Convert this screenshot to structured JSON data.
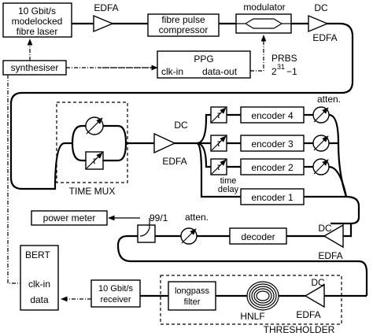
{
  "laser": {
    "line1": "10 Gbit/s",
    "line2": "modelocked",
    "line3": "fibre laser"
  },
  "edfa1": {
    "label": "EDFA"
  },
  "compressor": {
    "line1": "fibre pulse",
    "line2": "compressor"
  },
  "modulator": {
    "label": "modulator"
  },
  "dc_edfa1": {
    "dc": "DC",
    "edfa": "EDFA"
  },
  "synth": {
    "label": "synthesiser"
  },
  "ppg": {
    "title": "PPG",
    "clk_in": "clk-in",
    "data_out": "data-out"
  },
  "prbs": {
    "label": "PRBS",
    "base": "2",
    "exp": "31",
    "tail": "−1"
  },
  "time_mux": {
    "label": "TIME MUX",
    "tau": "τ"
  },
  "dc_edfa2": {
    "dc": "DC",
    "edfa": "EDFA"
  },
  "encoders": [
    {
      "label": "encoder 4",
      "tau": "τ"
    },
    {
      "label": "encoder 3",
      "tau": "τ"
    },
    {
      "label": "encoder 2",
      "tau": "τ"
    },
    {
      "label": "encoder 1"
    }
  ],
  "atten_top": {
    "label": "atten."
  },
  "time_delay": {
    "line1": "time",
    "line2": "delay"
  },
  "power_meter": {
    "label": "power meter"
  },
  "coupler": {
    "label": "99/1"
  },
  "atten_mid": {
    "label": "atten."
  },
  "decoder": {
    "label": "decoder"
  },
  "dc_edfa3": {
    "dc": "DC",
    "edfa": "EDFA"
  },
  "bert": {
    "title": "BERT",
    "clk_in": "clk-in",
    "data": "data"
  },
  "receiver": {
    "line1": "10 Gbit/s",
    "line2": "receiver"
  },
  "filter": {
    "line1": "longpass",
    "line2": "filter"
  },
  "hnlf": {
    "label": "HNLF"
  },
  "dc_edfa4": {
    "dc": "DC",
    "edfa": "EDFA"
  },
  "thresholder": {
    "label": "THRESHOLDER"
  }
}
